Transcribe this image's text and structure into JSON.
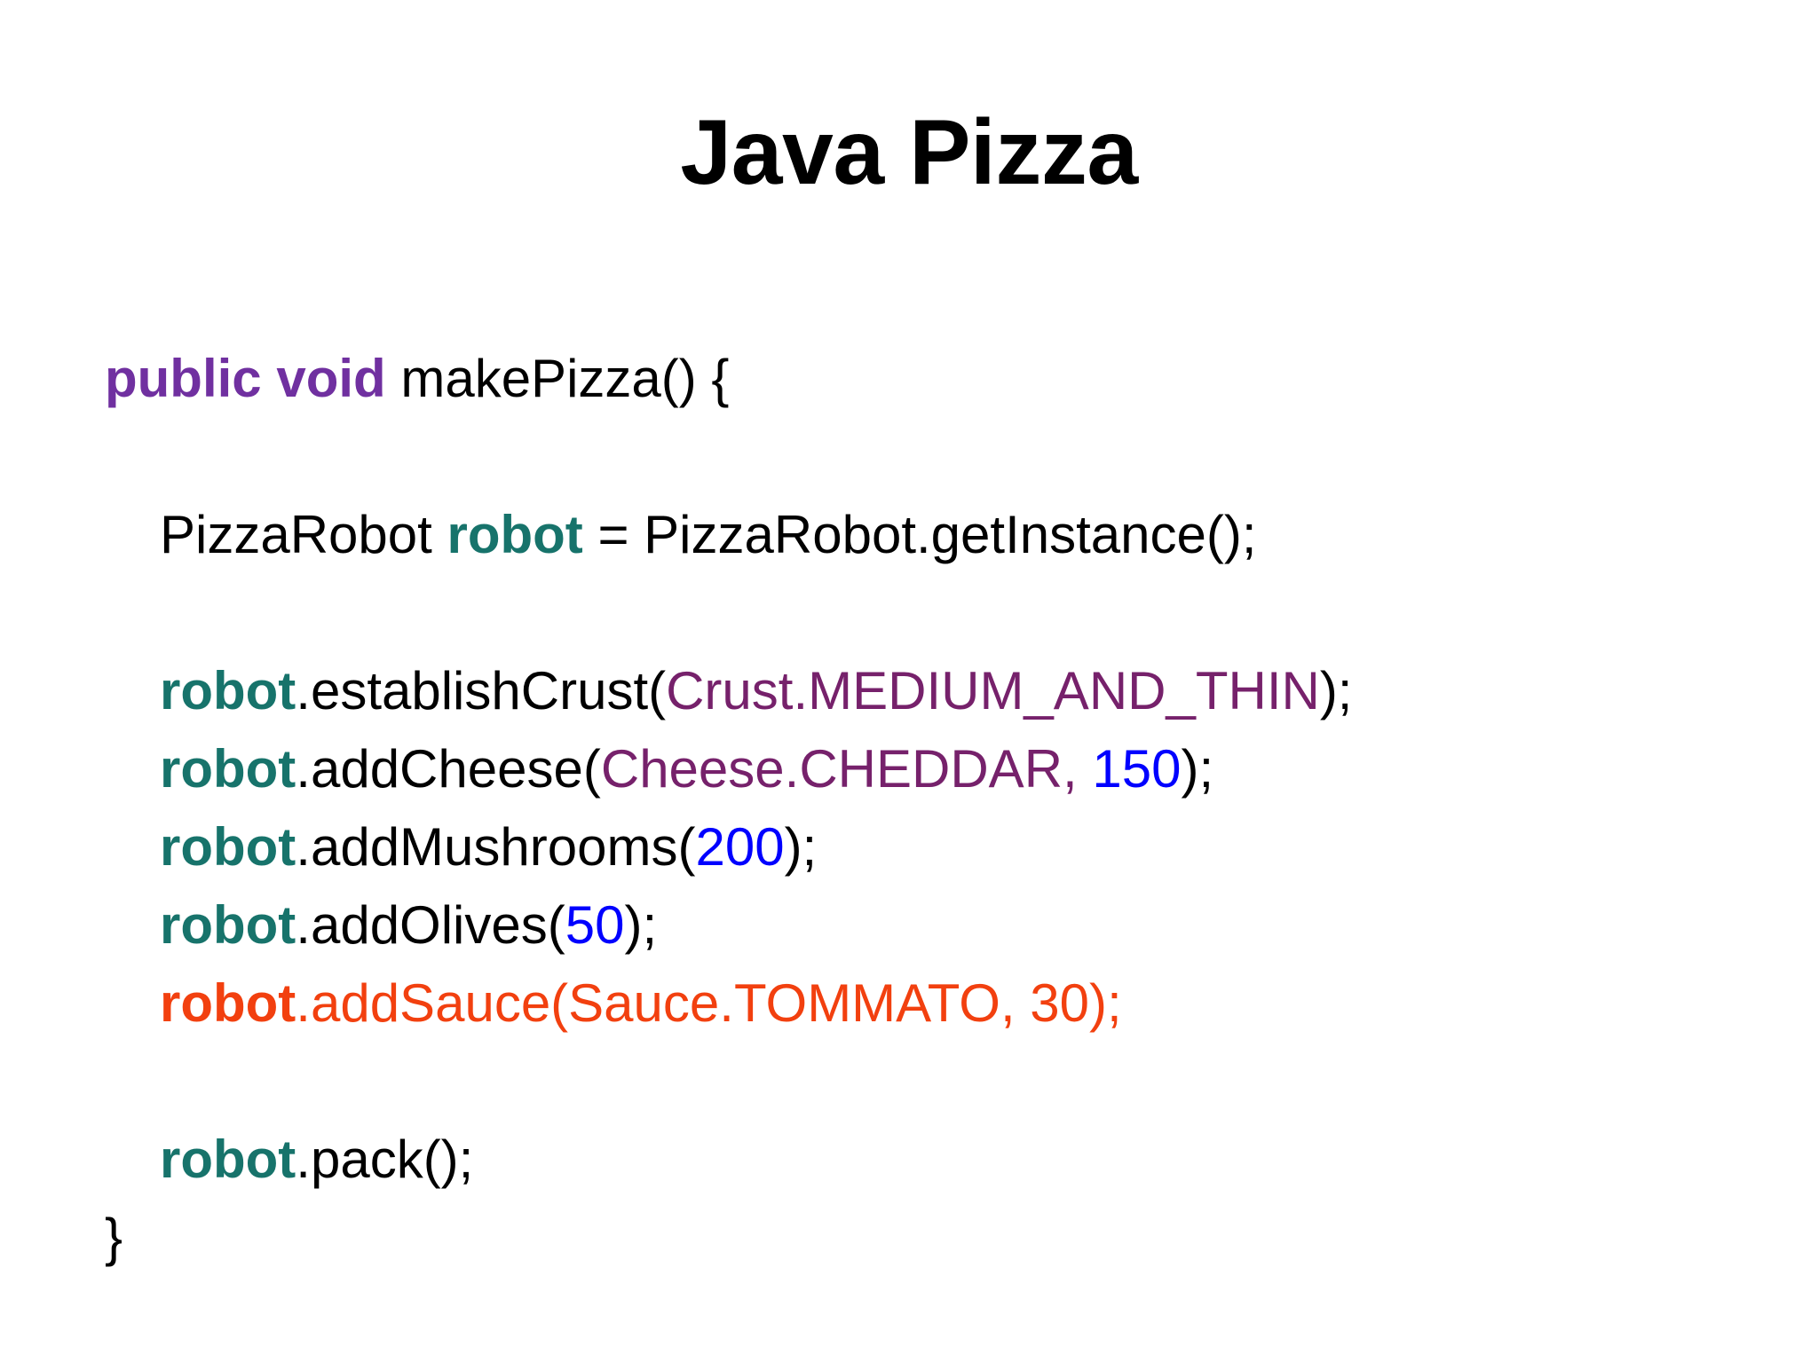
{
  "slide": {
    "title": "Java Pizza",
    "background_color": "#ffffff"
  },
  "colors": {
    "keyword_purple": "#7030A0",
    "variable_teal": "#17736B",
    "enum_purple": "#76216B",
    "number_blue": "#0000FF",
    "highlight_orange": "#F2400F",
    "plain_black": "#000000"
  },
  "code": {
    "language": "java",
    "lines": [
      {
        "id": "line-method-signature",
        "indent": 0,
        "highlight": false,
        "tokens": [
          {
            "text": "public void",
            "type": "keyword"
          },
          {
            "text": " makePizza() {",
            "type": "plain"
          }
        ]
      },
      {
        "id": "line-blank-1",
        "indent": 0,
        "highlight": false,
        "tokens": []
      },
      {
        "id": "line-get-instance",
        "indent": 1,
        "highlight": false,
        "tokens": [
          {
            "text": "PizzaRobot ",
            "type": "plain"
          },
          {
            "text": "robot",
            "type": "variable"
          },
          {
            "text": " = PizzaRobot.getInstance();",
            "type": "plain"
          }
        ]
      },
      {
        "id": "line-blank-2",
        "indent": 0,
        "highlight": false,
        "tokens": []
      },
      {
        "id": "line-establish-crust",
        "indent": 1,
        "highlight": false,
        "tokens": [
          {
            "text": "robot",
            "type": "variable"
          },
          {
            "text": ".establishCrust(",
            "type": "plain"
          },
          {
            "text": "Crust.MEDIUM_AND_THIN",
            "type": "enum"
          },
          {
            "text": ");",
            "type": "plain"
          }
        ]
      },
      {
        "id": "line-add-cheese",
        "indent": 1,
        "highlight": false,
        "tokens": [
          {
            "text": "robot",
            "type": "variable"
          },
          {
            "text": ".addCheese(",
            "type": "plain"
          },
          {
            "text": "Cheese.CHEDDAR,",
            "type": "enum"
          },
          {
            "text": " ",
            "type": "plain"
          },
          {
            "text": "150",
            "type": "number"
          },
          {
            "text": ");",
            "type": "plain"
          }
        ]
      },
      {
        "id": "line-add-mushrooms",
        "indent": 1,
        "highlight": false,
        "tokens": [
          {
            "text": "robot",
            "type": "variable"
          },
          {
            "text": ".addMushrooms(",
            "type": "plain"
          },
          {
            "text": "200",
            "type": "number"
          },
          {
            "text": ");",
            "type": "plain"
          }
        ]
      },
      {
        "id": "line-add-olives",
        "indent": 1,
        "highlight": false,
        "tokens": [
          {
            "text": "robot",
            "type": "variable"
          },
          {
            "text": ".addOlives(",
            "type": "plain"
          },
          {
            "text": "50",
            "type": "number"
          },
          {
            "text": ");",
            "type": "plain"
          }
        ]
      },
      {
        "id": "line-add-sauce",
        "indent": 1,
        "highlight": true,
        "tokens": [
          {
            "text": "robot",
            "type": "variable"
          },
          {
            "text": ".addSauce(Sauce.TOMMATO, 30);",
            "type": "plain"
          }
        ]
      },
      {
        "id": "line-blank-3",
        "indent": 0,
        "highlight": false,
        "tokens": []
      },
      {
        "id": "line-pack",
        "indent": 1,
        "highlight": false,
        "tokens": [
          {
            "text": "robot",
            "type": "variable"
          },
          {
            "text": ".pack();",
            "type": "plain"
          }
        ]
      },
      {
        "id": "line-closing-brace",
        "indent": 0,
        "highlight": false,
        "tokens": [
          {
            "text": "}",
            "type": "plain"
          }
        ]
      }
    ]
  }
}
